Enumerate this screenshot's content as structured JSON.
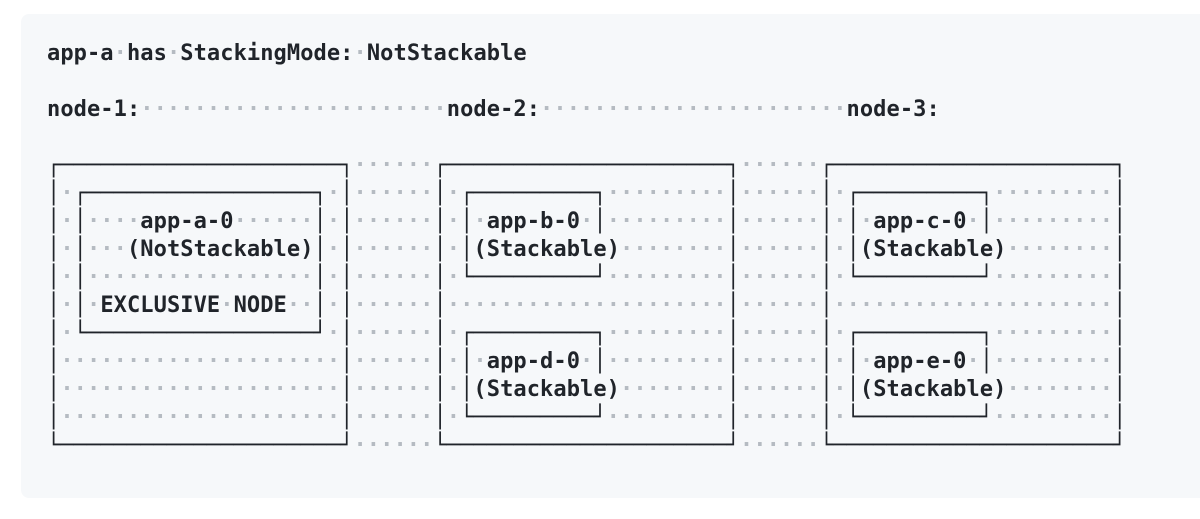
{
  "title": "app-a has StackingMode: NotStackable",
  "colors": {
    "page_bg": "#ffffff",
    "block_bg": "#f6f8fa",
    "text": "#20242a",
    "dot": "#b5bbc2"
  },
  "nodes": [
    {
      "label": "node-1:",
      "apps": [
        {
          "name": "app-a-0",
          "mode": "(NotStackable)",
          "note": "EXCLUSIVE NODE"
        }
      ]
    },
    {
      "label": "node-2:",
      "apps": [
        {
          "name": "app-b-0",
          "mode": "(Stackable)"
        },
        {
          "name": "app-d-0",
          "mode": "(Stackable)"
        }
      ]
    },
    {
      "label": "node-3:",
      "apps": [
        {
          "name": "app-c-0",
          "mode": "(Stackable)"
        },
        {
          "name": "app-e-0",
          "mode": "(Stackable)"
        }
      ]
    }
  ],
  "diagram": {
    "whitespace_rendered_as": "·",
    "lines": [
      "app-a has StackingMode: NotStackable",
      "",
      "node-1:                       node-2:                       node-3:",
      "",
      "┌─────────────────────┐      ┌─────────────────────┐      ┌─────────────────────┐",
      "│ ┌─────────────────┐ │      │ ┌─────────┐         │      │ ┌─────────┐         │",
      "│ │    app-a-0      │ │      │ │ app-b-0 │         │      │ │ app-c-0 │         │",
      "│ │   (NotStackable)│ │      │ │(Stackable)        │      │ │(Stackable)        │",
      "│ │                 │ │      │ └─────────┘         │      │ └─────────┘         │",
      "│ │ EXCLUSIVE NODE  │ │      │                     │      │                     │",
      "│ └─────────────────┘ │      │ ┌─────────┐         │      │ ┌─────────┐         │",
      "│                     │      │ │ app-d-0 │         │      │ │ app-e-0 │         │",
      "│                     │      │ │(Stackable)        │      │ │(Stackable)        │",
      "│                     │      │ └─────────┘         │      │ └─────────┘         │",
      "└─────────────────────┘      └─────────────────────┘      └─────────────────────┘"
    ]
  }
}
